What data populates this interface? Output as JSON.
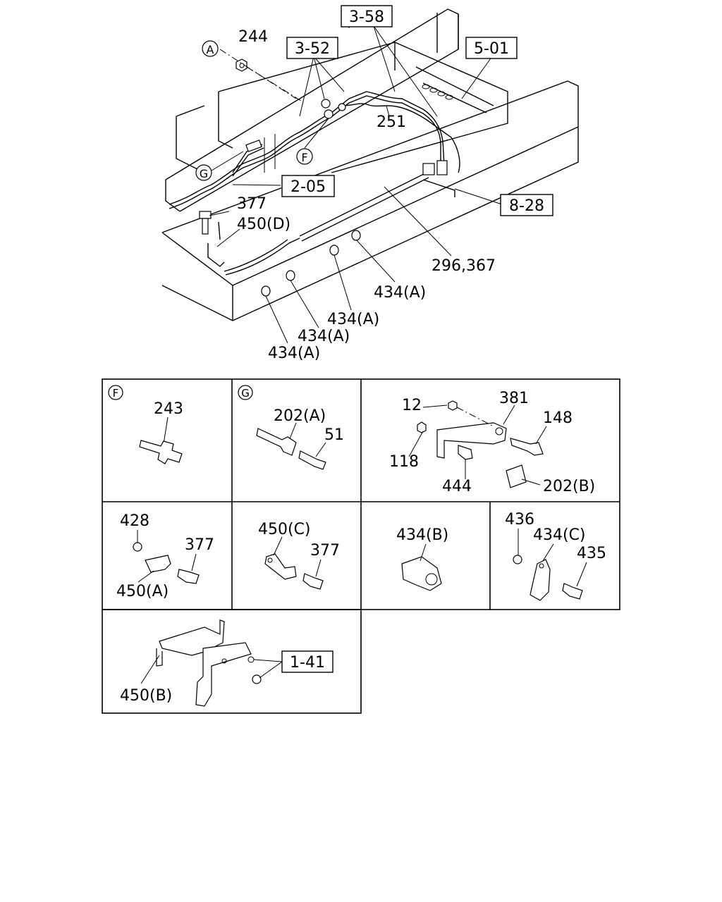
{
  "references": {
    "r358": "3-58",
    "r352": "3-52",
    "r501": "5-01",
    "r205": "2-05",
    "r828": "8-28",
    "r141": "1-41"
  },
  "circle_markers": {
    "a": "A",
    "f": "F",
    "g": "G"
  },
  "main_labels": {
    "p244": "244",
    "p251": "251",
    "p377": "377",
    "p450d": "450(D)",
    "p296": "296,367",
    "p434a1": "434(A)",
    "p434a2": "434(A)",
    "p434a3": "434(A)",
    "p434a4": "434(A)"
  },
  "detail_labels": {
    "f_marker": "F",
    "g_marker": "G",
    "p243": "243",
    "p202a": "202(A)",
    "p51": "51",
    "p12": "12",
    "p381": "381",
    "p148": "148",
    "p118": "118",
    "p444": "444",
    "p202b": "202(B)",
    "p428": "428",
    "p377a": "377",
    "p450a": "450(A)",
    "p450c": "450(C)",
    "p377b": "377",
    "p434b": "434(B)",
    "p436": "436",
    "p434c": "434(C)",
    "p435": "435",
    "p450b": "450(B)"
  }
}
